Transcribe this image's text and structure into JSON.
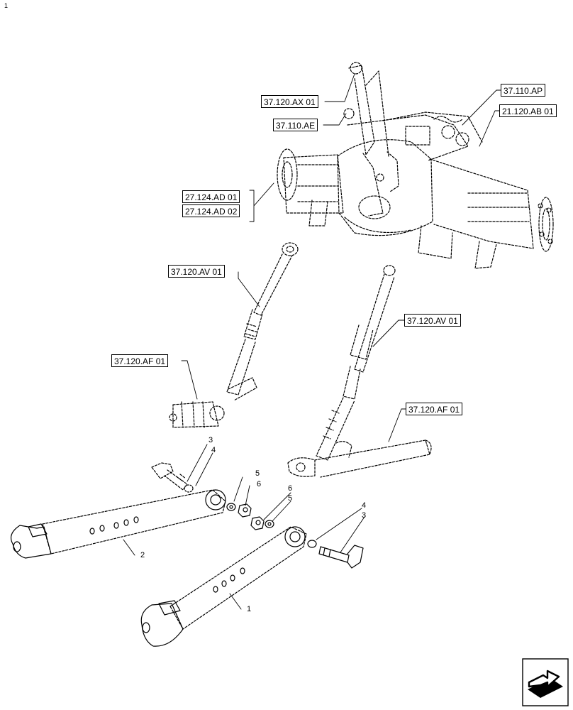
{
  "page_number": "1",
  "references": {
    "r_37120ax01": "37.120.AX 01",
    "r_37110ap": "37.110.AP",
    "r_21120ab01": "21.120.AB 01",
    "r_37110ae": "37.110.AE",
    "r_27124ad01": "27.124.AD 01",
    "r_27124ad02": "27.124.AD 02",
    "r_37120av01_left": "37.120.AV 01",
    "r_37120av01_right": "37.120.AV 01",
    "r_37120af01_left": "37.120.AF 01",
    "r_37120af01_right": "37.120.AF 01"
  },
  "items": {
    "i3a": "3",
    "i4a": "4",
    "i5a": "5",
    "i6a": "6",
    "i6b": "6",
    "i5b": "5",
    "i4b": "4",
    "i3b": "3",
    "i2": "2",
    "i1": "1"
  },
  "icons": {
    "navigation": "next-page-arrow-icon"
  },
  "colors": {
    "line": "#000000",
    "background": "#ffffff"
  }
}
